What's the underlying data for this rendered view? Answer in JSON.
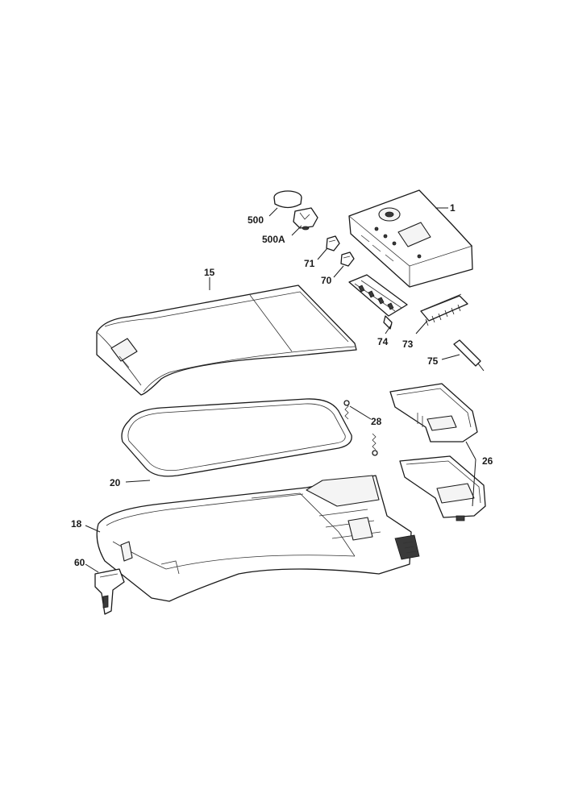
{
  "callouts": {
    "c1": "1",
    "c500": "500",
    "c500a": "500A",
    "c71": "71",
    "c70": "70",
    "c15": "15",
    "c74": "74",
    "c73": "73",
    "c75": "75",
    "c28": "28",
    "c26": "26",
    "c20": "20",
    "c18": "18",
    "c60": "60"
  }
}
